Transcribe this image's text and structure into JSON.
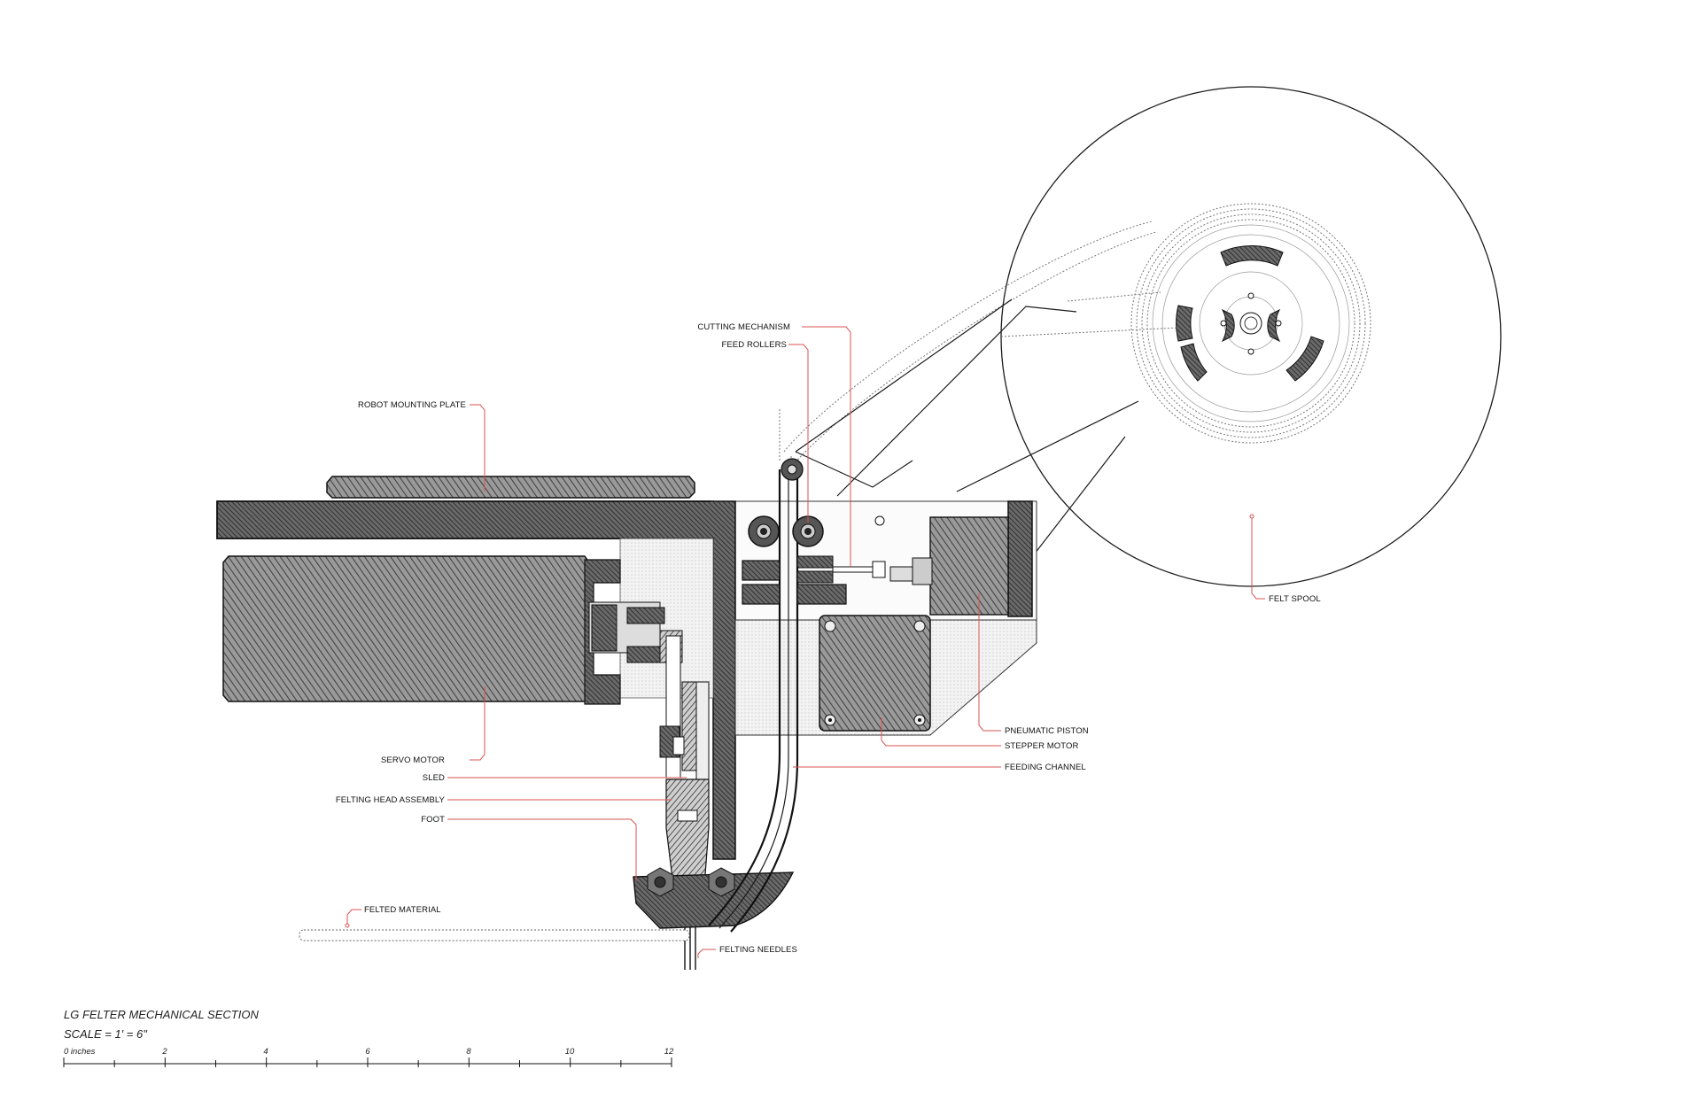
{
  "labels": {
    "cutting_mechanism": "CUTTING MECHANISM",
    "feed_rollers": "FEED ROLLERS",
    "robot_mounting_plate": "ROBOT MOUNTING PLATE",
    "felt_spool": "FELT SPOOL",
    "pneumatic_piston": "PNEUMATIC PISTON",
    "stepper_motor": "STEPPER MOTOR",
    "feeding_channel": "FEEDING CHANNEL",
    "servo_motor": "SERVO MOTOR",
    "sled": "SLED",
    "felting_head_assembly": "FELTING HEAD ASSEMBLY",
    "foot": "FOOT",
    "felted_material": "FELTED MATERIAL",
    "felting_needles": "FELTING NEEDLES"
  },
  "title": {
    "main": "LG FELTER MECHANICAL SECTION",
    "scale": "SCALE = 1' = 6\""
  },
  "scale_bar": {
    "unit_label": "0 inches",
    "ticks": [
      "2",
      "4",
      "6",
      "8",
      "10",
      "12"
    ]
  },
  "colors": {
    "leader": "#d9534f",
    "linework": "#1a1a1a",
    "hatch": "#555555"
  }
}
